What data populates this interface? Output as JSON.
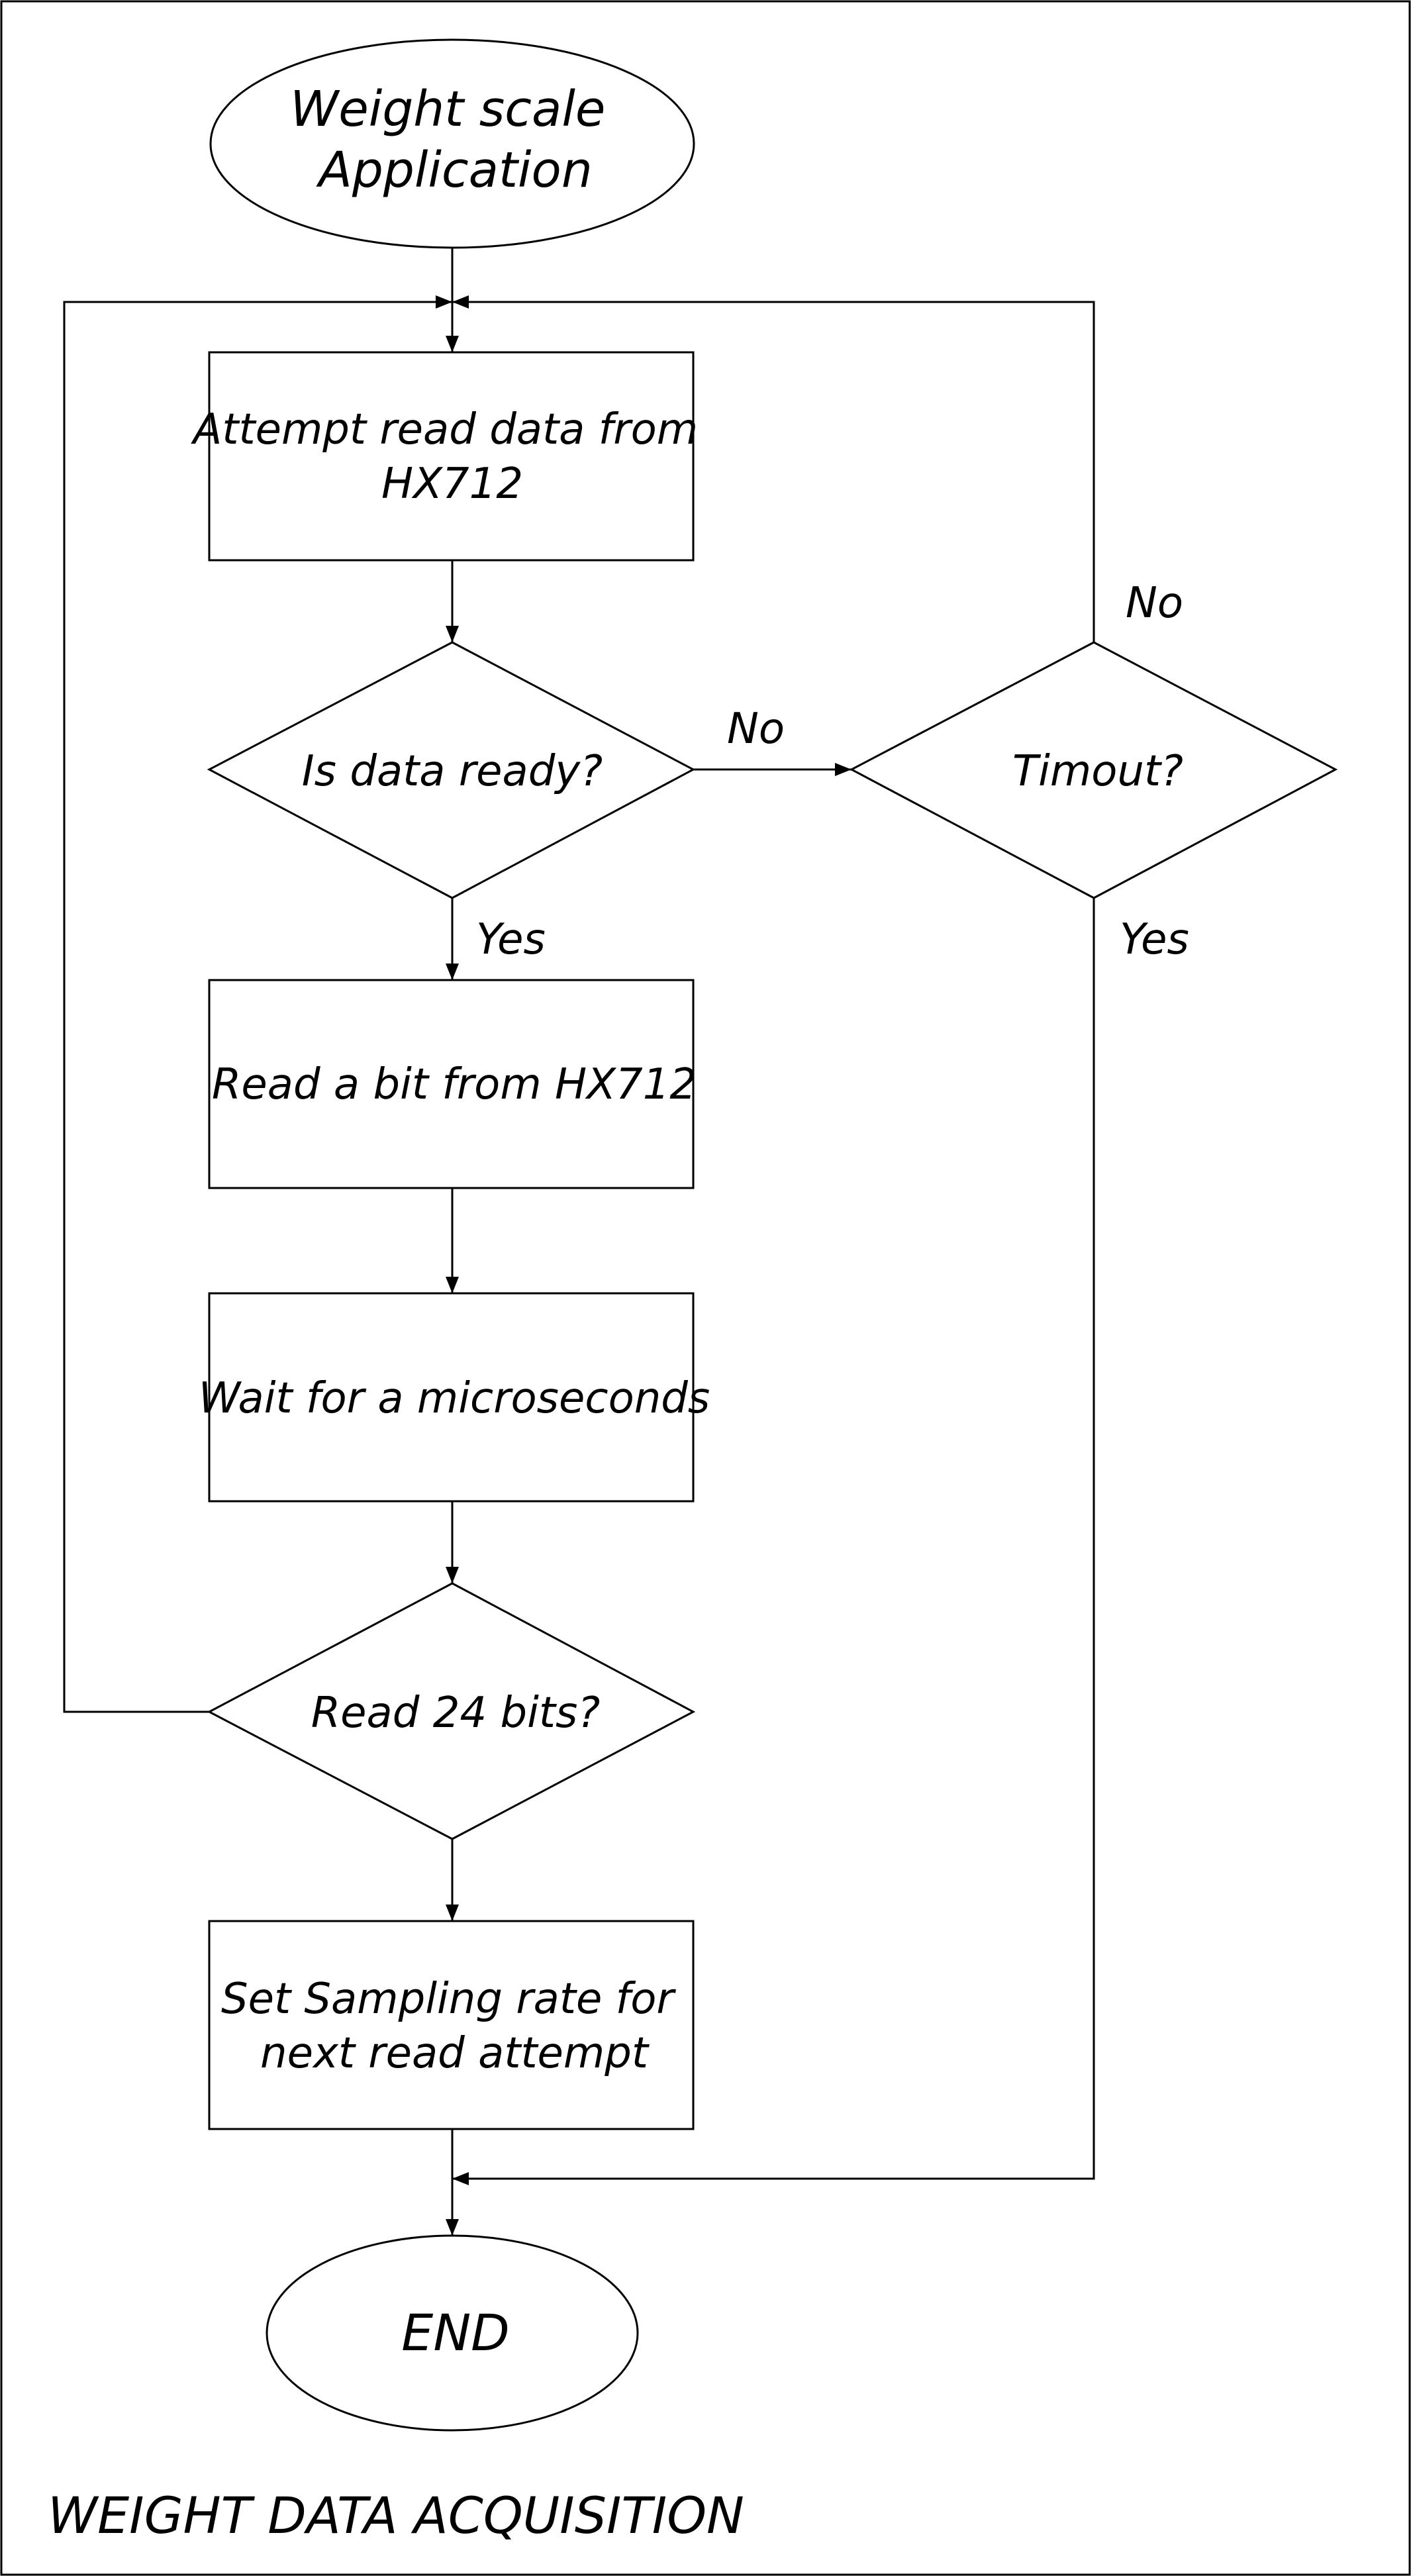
{
  "diagram": {
    "start": {
      "line1": "Weight scale",
      "line2": "Application"
    },
    "attempt_read": {
      "line1": "Attempt read data from",
      "line2": "HX712"
    },
    "data_ready": {
      "text": "Is data ready?"
    },
    "timeout": {
      "text": "Timout?"
    },
    "read_bit": {
      "text": "Read a bit from HX712"
    },
    "wait": {
      "text": "Wait for a microseconds"
    },
    "read_24_bits": {
      "text": "Read 24 bits?"
    },
    "set_sampling": {
      "line1": "Set Sampling rate for",
      "line2": "next read attempt"
    },
    "end": {
      "text": "END"
    },
    "edge_labels": {
      "data_ready_no": "No",
      "data_ready_yes": "Yes",
      "timeout_no": "No",
      "timeout_yes": "Yes"
    },
    "footer_title": "WEIGHT DATA ACQUISITION"
  }
}
